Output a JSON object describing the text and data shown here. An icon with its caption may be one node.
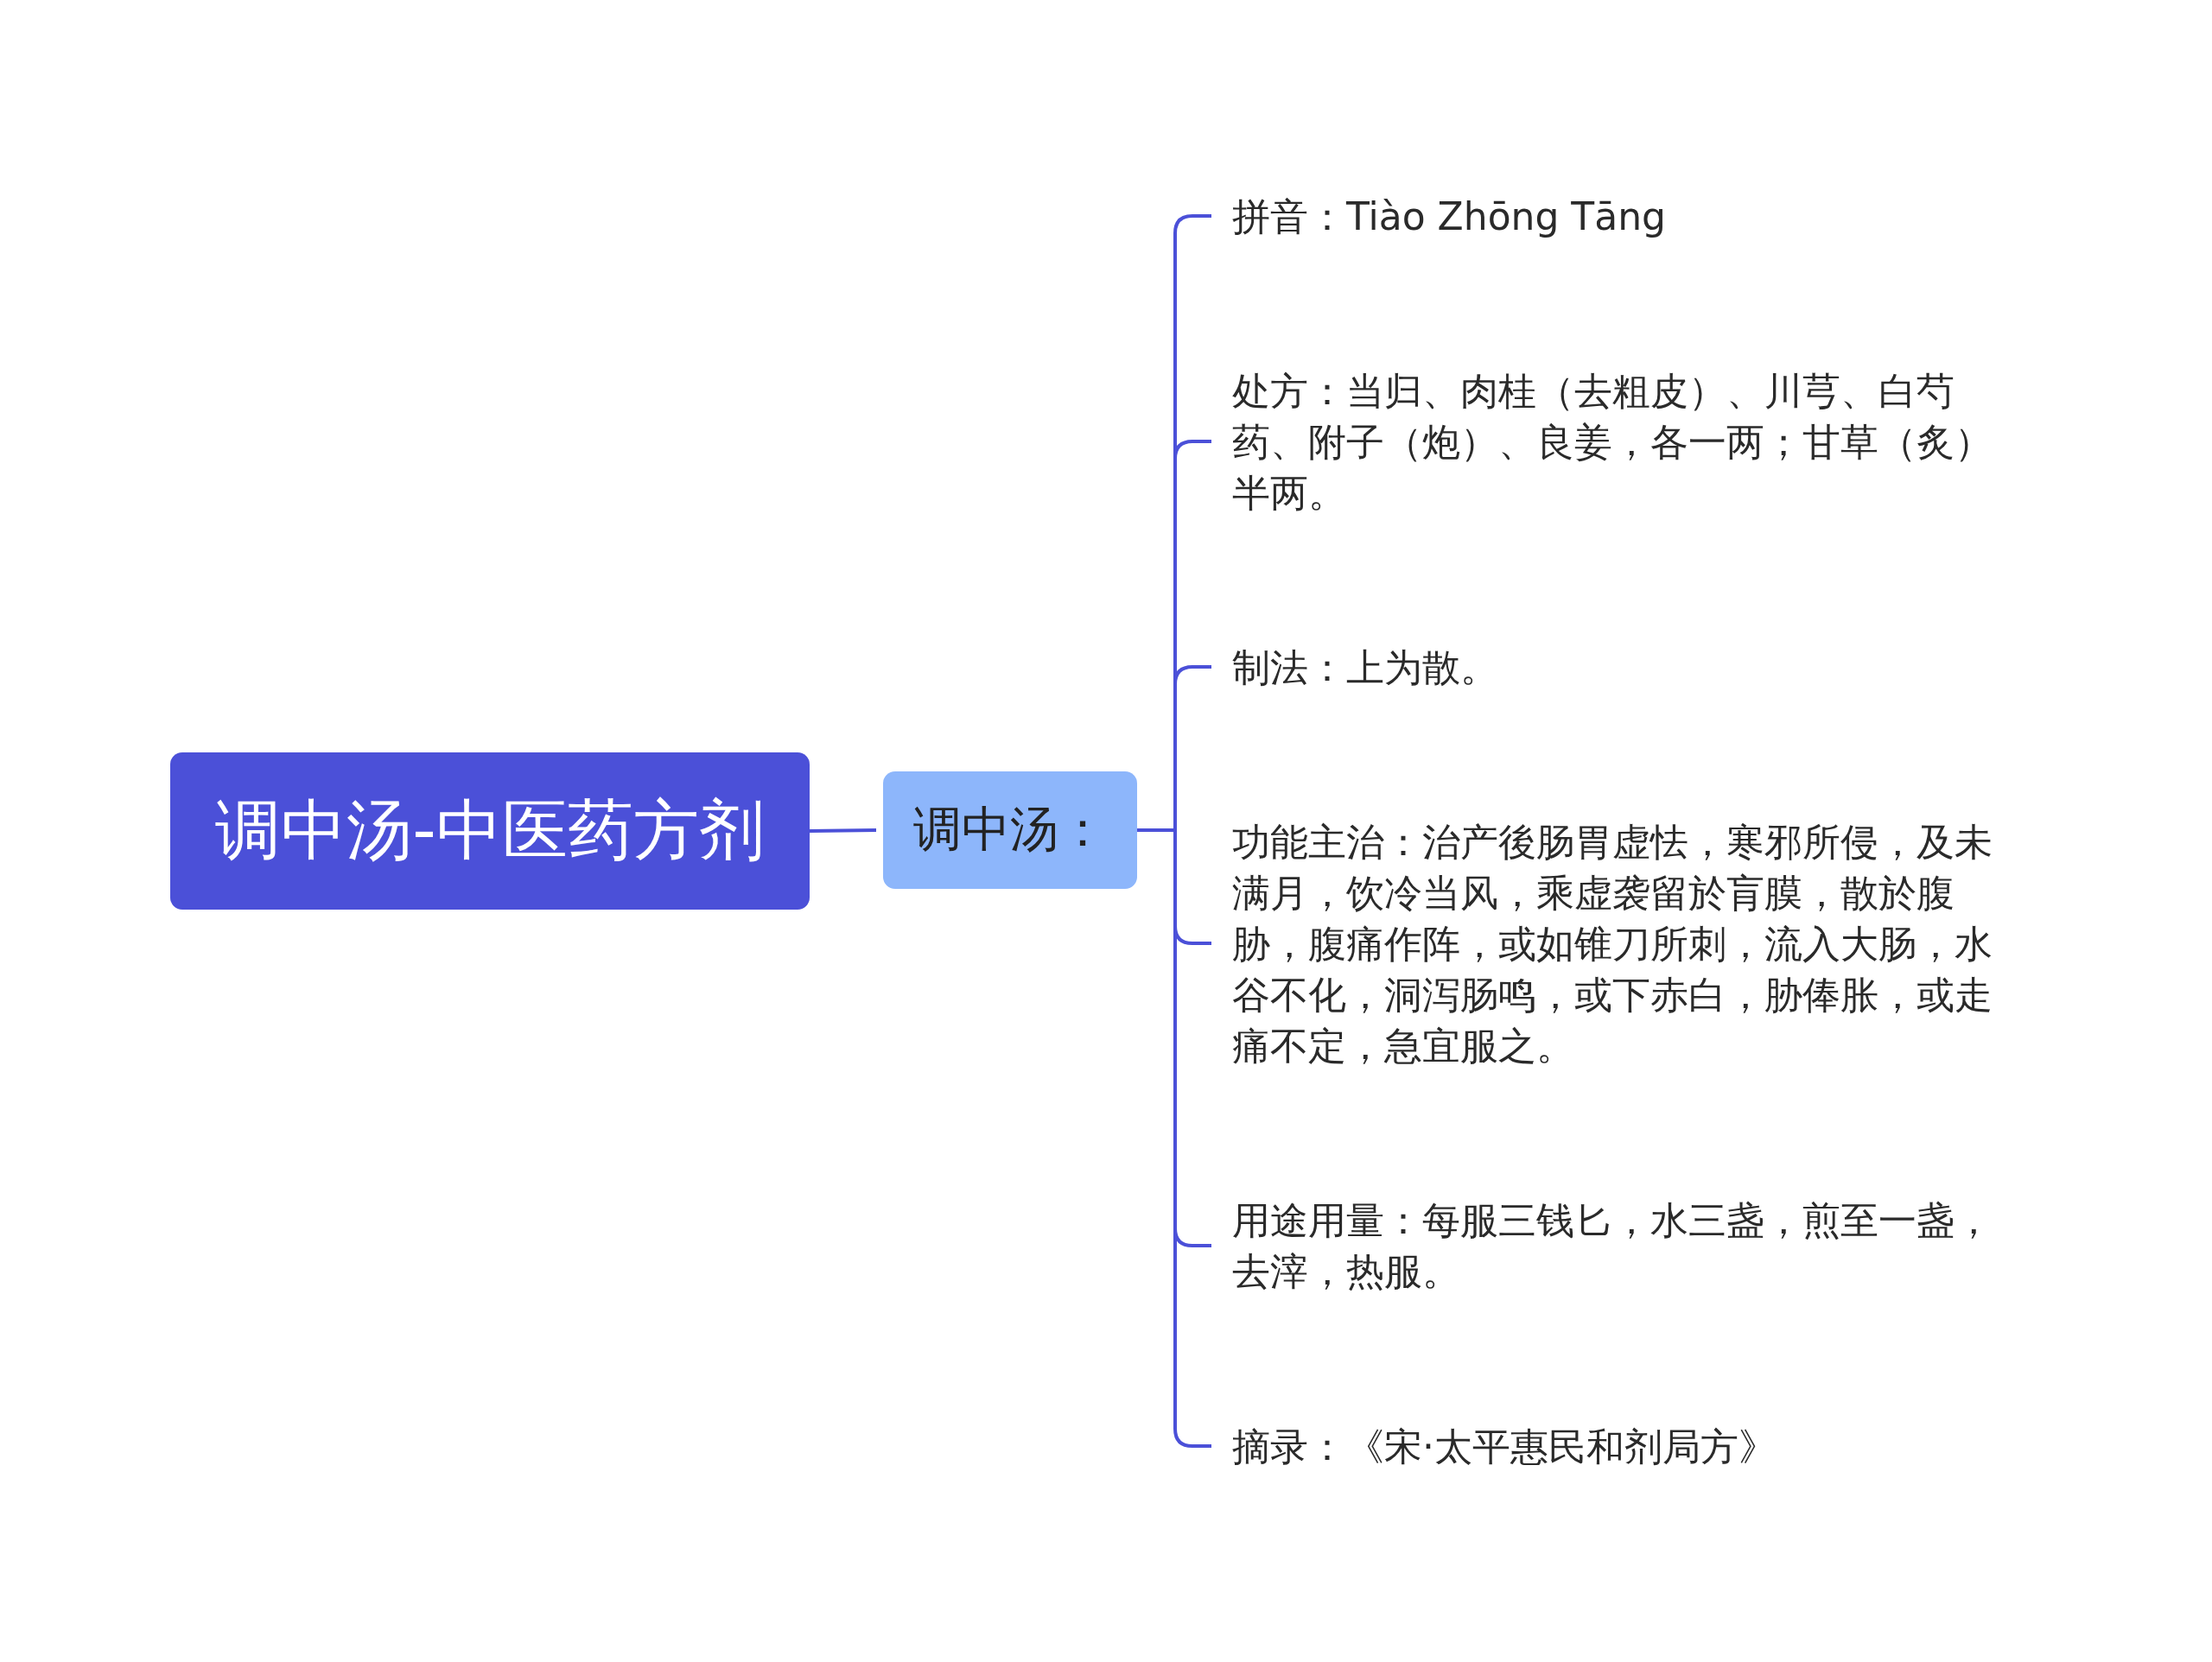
{
  "diagram": {
    "nodes": [
      {
        "text": [
          "调中汤-中医药方剂"
        ]
      },
      {
        "text": [
          "调中汤："
        ]
      },
      {
        "text": [
          "拼音：Tiào Zhōng Tāng"
        ]
      },
      {
        "text": [
          "处方：当归、肉桂（去粗皮）、川芎、白芍药、附子（炮）、良姜，各一两；甘草（炙）半两。"
        ]
      },
      {
        "text": [
          "制法：上为散。"
        ]
      },
      {
        "text": [
          "功能主治：治产後肠胃虚怯，寒邪所侵，及未满月，饮冷当风，乘虚袭留於肓膜，散於腹胁，腹痛作阵，或如锥刀所刺，流入大肠，水谷不化，洞泻肠鸣，或下赤白，胁俸胀，或走痛不定，急宜服之。"
        ]
      },
      {
        "text": [
          "用途用量：每服三钱匕，水三盏，煎至一盏，去滓，热服。"
        ]
      },
      {
        "text": [
          "摘录：《宋·太平惠民和剂局方》"
        ]
      }
    ],
    "edges": [
      {
        "from": 0,
        "to": 1,
        "arrow": "none"
      },
      {
        "from": 1,
        "to": 2,
        "arrow": "none"
      },
      {
        "from": 1,
        "to": 3,
        "arrow": "none"
      },
      {
        "from": 1,
        "to": 4,
        "arrow": "none"
      },
      {
        "from": 1,
        "to": 5,
        "arrow": "none"
      },
      {
        "from": 1,
        "to": 6,
        "arrow": "none"
      },
      {
        "from": 1,
        "to": 7,
        "arrow": "none"
      }
    ]
  }
}
